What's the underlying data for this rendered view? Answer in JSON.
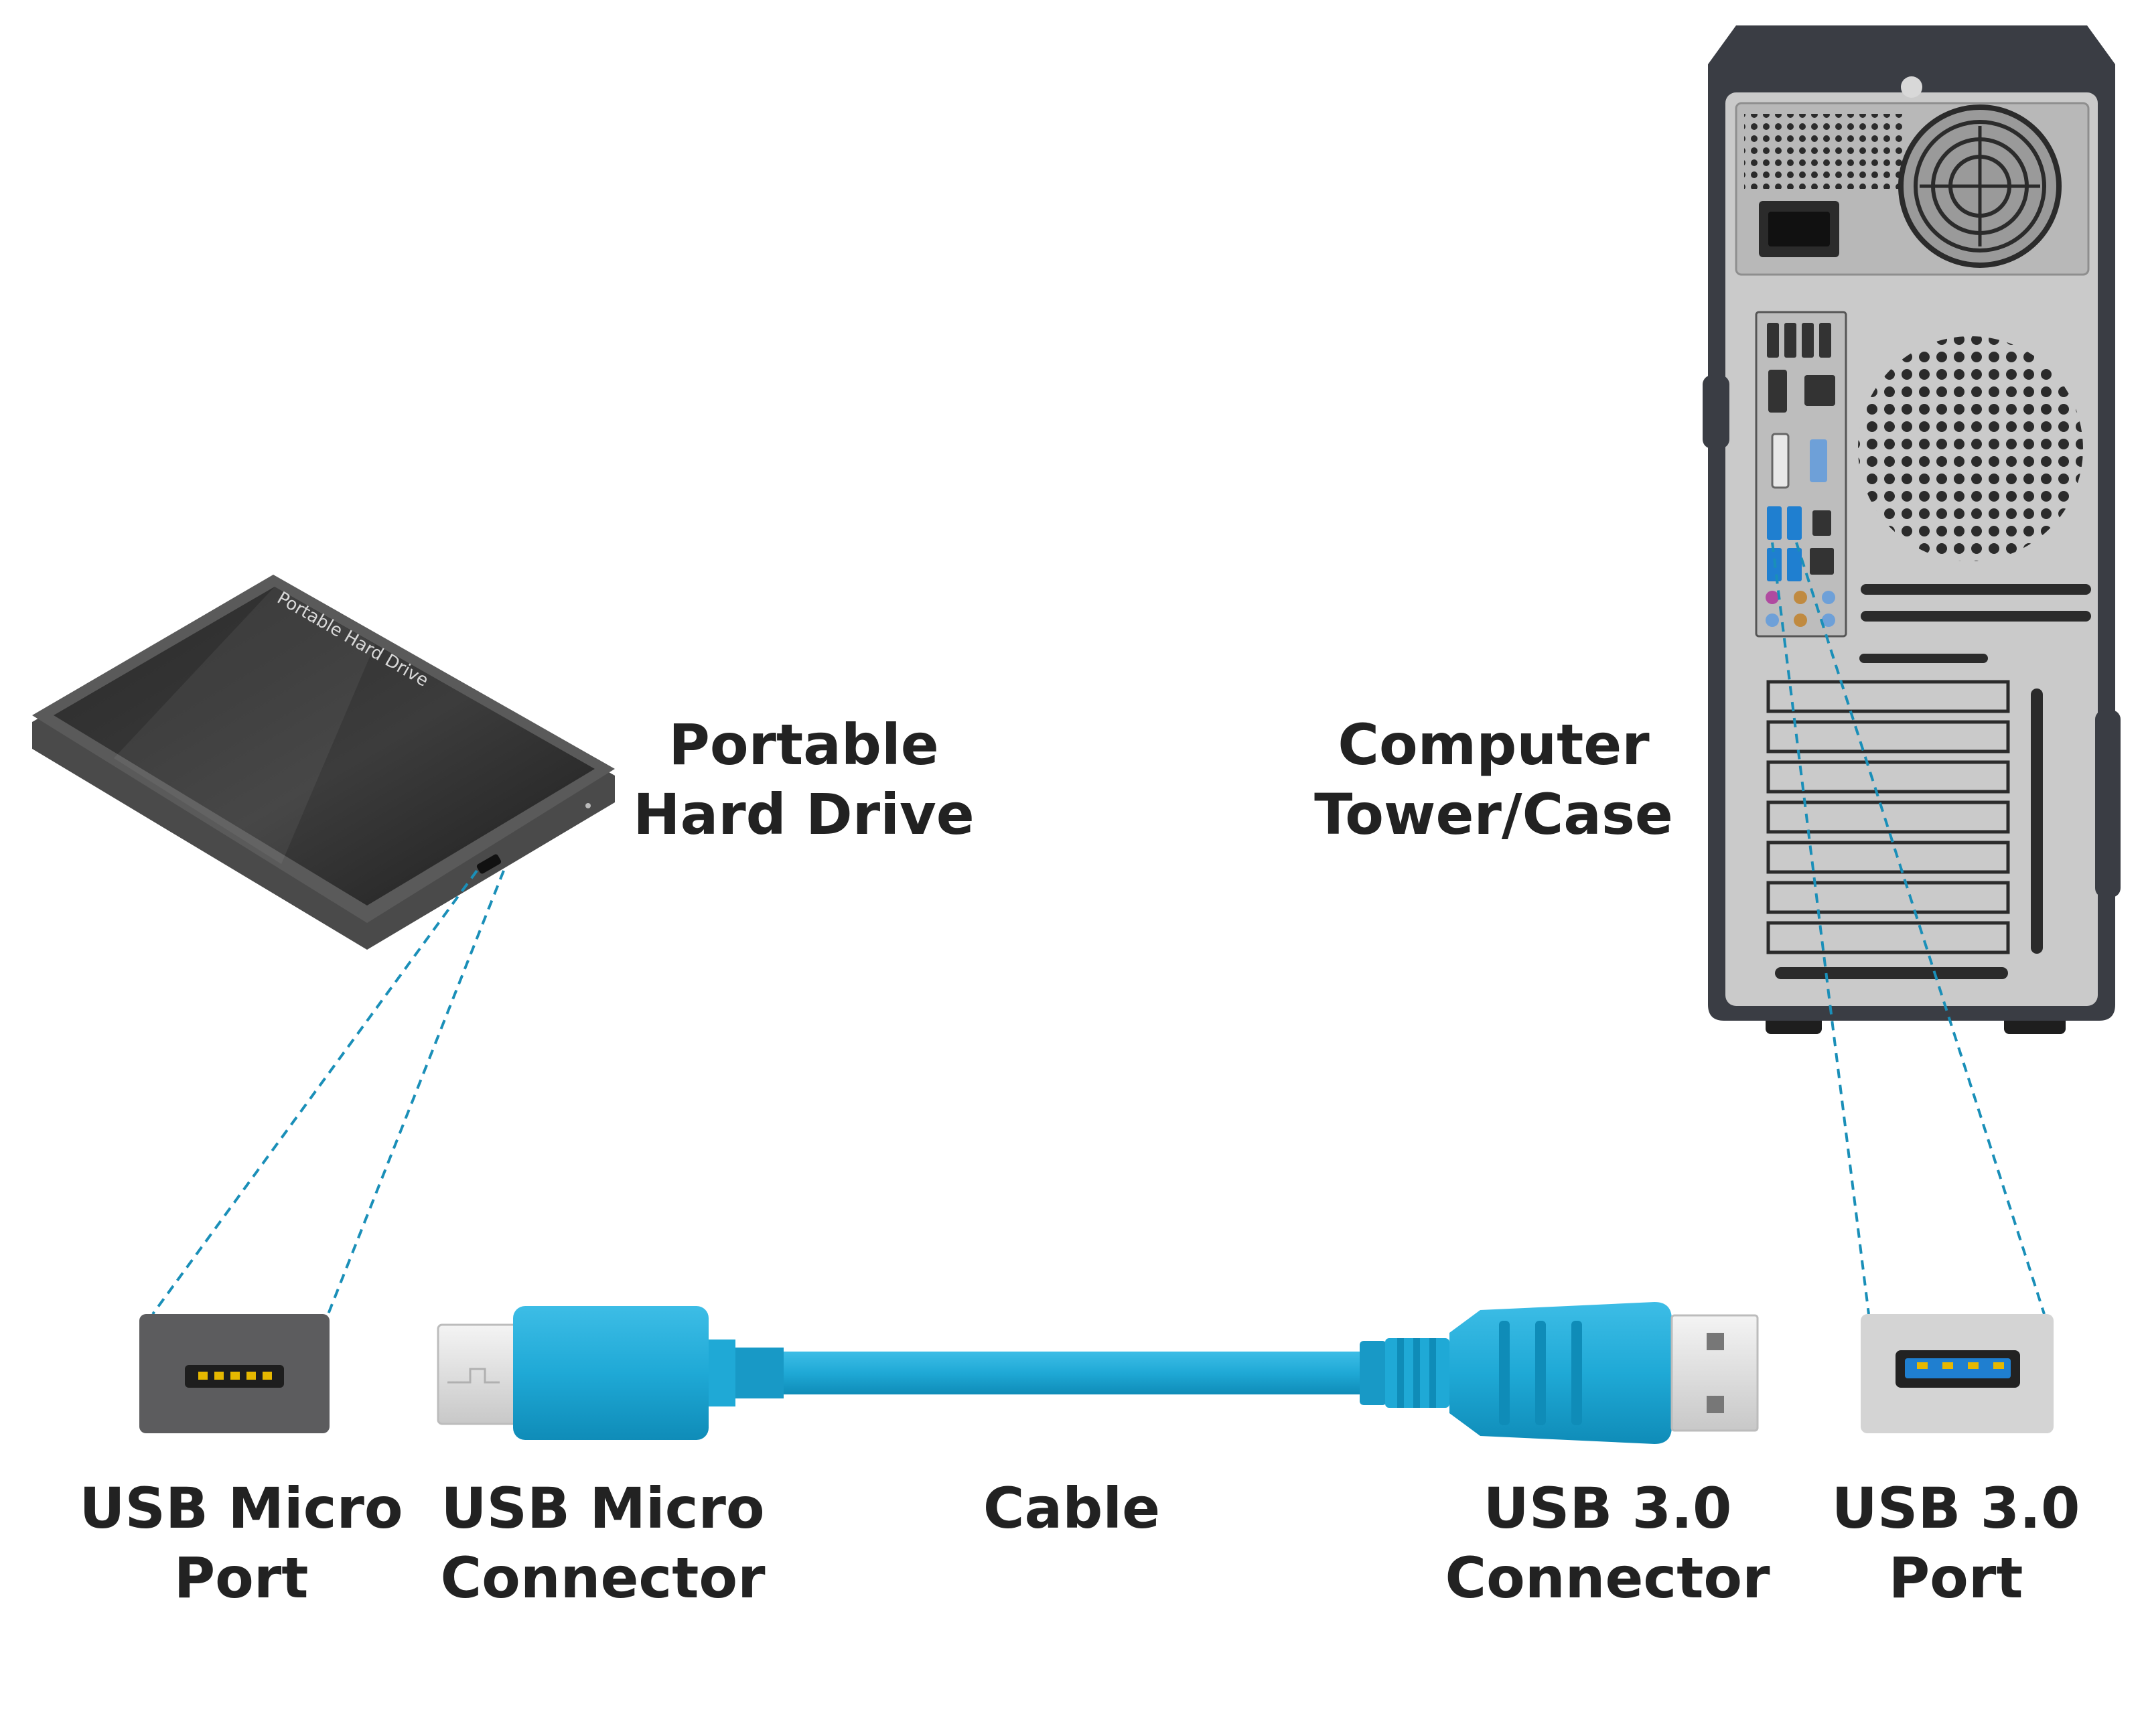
{
  "labels": {
    "portable_hard_drive": {
      "line1": "Portable",
      "line2": "Hard Drive"
    },
    "computer_tower": {
      "line1": "Computer",
      "line2": "Tower/Case"
    },
    "usb_micro_port": {
      "line1": "USB Micro",
      "line2": "Port"
    },
    "usb_micro_connector": {
      "line1": "USB Micro",
      "line2": "Connector"
    },
    "cable": {
      "line1": "Cable"
    },
    "usb30_connector": {
      "line1": "USB 3.0",
      "line2": "Connector"
    },
    "usb30_port": {
      "line1": "USB 3.0",
      "line2": "Port"
    }
  },
  "drive_surface_text": "Portable Hard Drive",
  "colors": {
    "cable": "#1fa9d6",
    "cable_dark": "#0f8cb8",
    "usb3_blue": "#1f7fd0",
    "pin_gold": "#e6b800",
    "tower_body": "#3a3d44",
    "tower_panel": "#c9c9c9",
    "leader_line": "#1a8fb8",
    "text": "#222222"
  },
  "icons": [
    "portable-hard-drive-icon",
    "computer-tower-icon",
    "usb-micro-port-icon",
    "usb-micro-connector-icon",
    "cable-icon",
    "usb30-connector-icon",
    "usb30-port-icon"
  ]
}
